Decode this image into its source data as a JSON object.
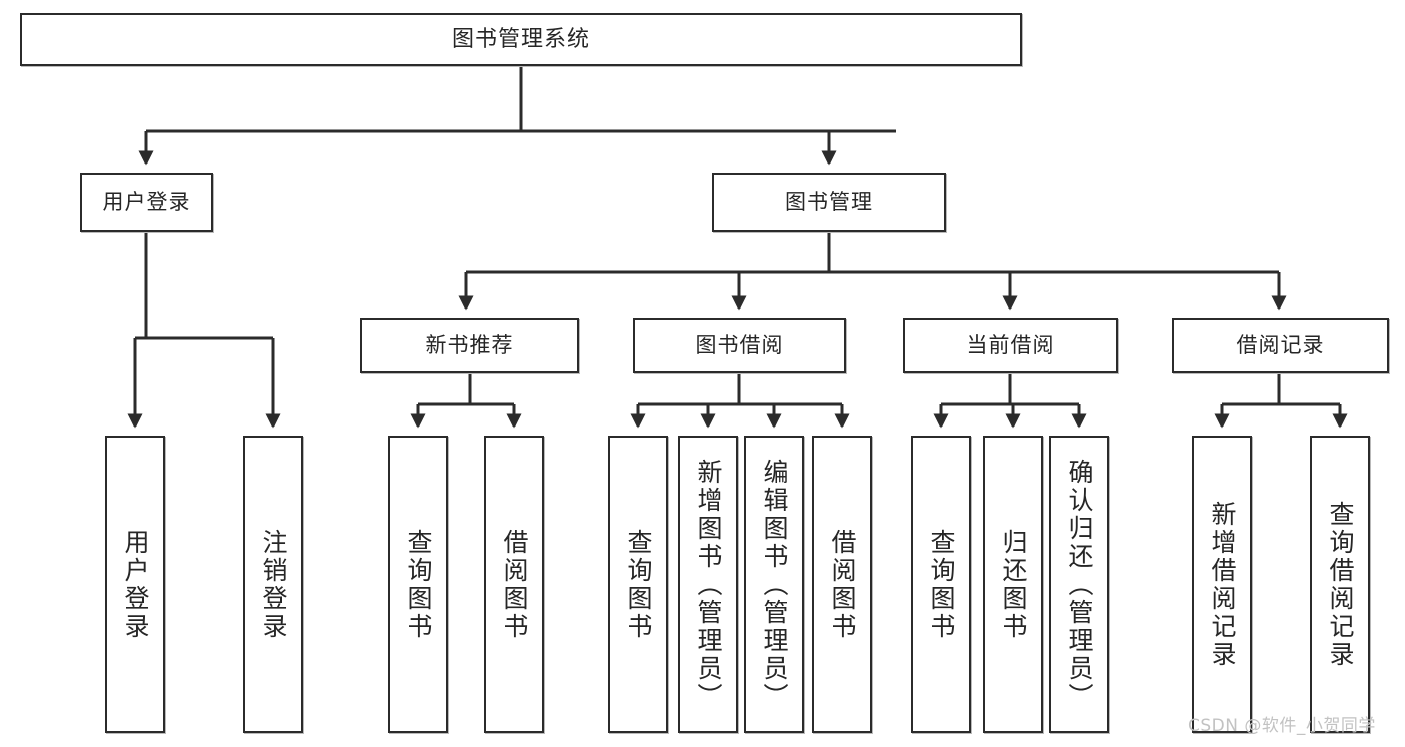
{
  "diagram": {
    "type": "tree",
    "title": "图书管理系统",
    "orientation": "top-down",
    "colors": {
      "background": "#ffffff",
      "node_fill": "#ffffff",
      "node_border": "#2b2b2b",
      "edge": "#2b2b2b",
      "text": "#262626",
      "watermark": "#c2c2c2"
    },
    "root": {
      "label": "图书管理系统"
    },
    "level1": [
      {
        "id": "user-login",
        "label": "用户登录"
      },
      {
        "id": "book-mgmt",
        "label": "图书管理"
      }
    ],
    "level2": [
      {
        "id": "new-book-rec",
        "label": "新书推荐",
        "parent": "book-mgmt"
      },
      {
        "id": "book-borrow",
        "label": "图书借阅",
        "parent": "book-mgmt"
      },
      {
        "id": "current-borrow",
        "label": "当前借阅",
        "parent": "book-mgmt"
      },
      {
        "id": "borrow-record",
        "label": "借阅记录",
        "parent": "book-mgmt"
      }
    ],
    "leaves": [
      {
        "id": "user-login-leaf",
        "label": "用户登录",
        "parent": "user-login"
      },
      {
        "id": "user-logout-leaf",
        "label": "注销登录",
        "parent": "user-login"
      },
      {
        "id": "nbr-query",
        "label": "查询图书",
        "parent": "new-book-rec"
      },
      {
        "id": "nbr-borrow",
        "label": "借阅图书",
        "parent": "new-book-rec"
      },
      {
        "id": "bb-query",
        "label": "查询图书",
        "parent": "book-borrow"
      },
      {
        "id": "bb-add",
        "label": "新增图书（管理员）",
        "parent": "book-borrow"
      },
      {
        "id": "bb-edit",
        "label": "编辑图书（管理员）",
        "parent": "book-borrow"
      },
      {
        "id": "bb-borrow",
        "label": "借阅图书",
        "parent": "book-borrow"
      },
      {
        "id": "cb-query",
        "label": "查询图书",
        "parent": "current-borrow"
      },
      {
        "id": "cb-return",
        "label": "归还图书",
        "parent": "current-borrow"
      },
      {
        "id": "cb-confirm",
        "label": "确认归还（管理员）",
        "parent": "current-borrow"
      },
      {
        "id": "br-add",
        "label": "新增借阅记录",
        "parent": "borrow-record"
      },
      {
        "id": "br-query",
        "label": "查询借阅记录",
        "parent": "borrow-record"
      }
    ]
  },
  "watermark": {
    "text": "CSDN @软件_小贺同学"
  }
}
